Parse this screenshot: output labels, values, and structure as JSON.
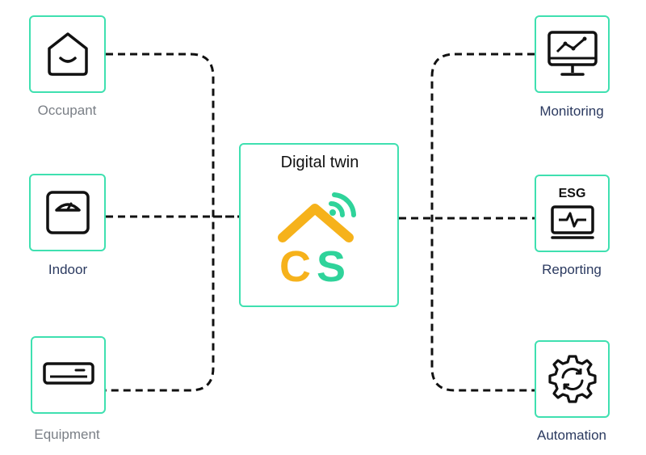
{
  "center": {
    "title": "Digital twin",
    "logo_text": "CS"
  },
  "left_nodes": [
    {
      "label": "Occupant",
      "icon": "house-smile-icon"
    },
    {
      "label": "Indoor",
      "icon": "scale-icon"
    },
    {
      "label": "Equipment",
      "icon": "air-conditioner-icon"
    }
  ],
  "right_nodes": [
    {
      "label": "Monitoring",
      "icon": "monitor-chart-icon"
    },
    {
      "label": "Reporting",
      "icon": "esg-report-icon",
      "icon_text": "ESG"
    },
    {
      "label": "Automation",
      "icon": "gear-sync-icon"
    }
  ],
  "colors": {
    "box_border": "#3fe0b0",
    "logo_orange": "#f6b21b",
    "logo_green": "#2fd39a",
    "connector": "#111111",
    "left_label": "#7a7f86",
    "right_label": "#2b3a60"
  }
}
